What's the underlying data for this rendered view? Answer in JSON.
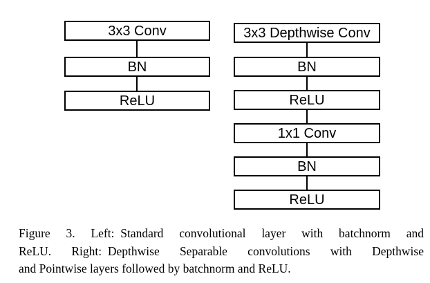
{
  "figure": {
    "diagram": {
      "left": {
        "boxes": [
          {
            "label": "3x3 Conv"
          },
          {
            "label": "BN"
          },
          {
            "label": "ReLU"
          }
        ]
      },
      "right": {
        "boxes": [
          {
            "label": "3x3 Depthwise Conv"
          },
          {
            "label": "BN"
          },
          {
            "label": "ReLU"
          },
          {
            "label": "1x1 Conv"
          },
          {
            "label": "BN"
          },
          {
            "label": "ReLU"
          }
        ]
      }
    },
    "caption": {
      "lines": [
        "Figure 3. Left: Standard convolutional layer with batchnorm and",
        "ReLU. Right: Depthwise Separable convolutions with Depthwise",
        "and Pointwise layers followed by batchnorm and ReLU."
      ]
    },
    "colors": {
      "node_border": "#000000",
      "node_fill": "#ffffff",
      "text": "#000000",
      "page_background": "#ffffff"
    }
  }
}
